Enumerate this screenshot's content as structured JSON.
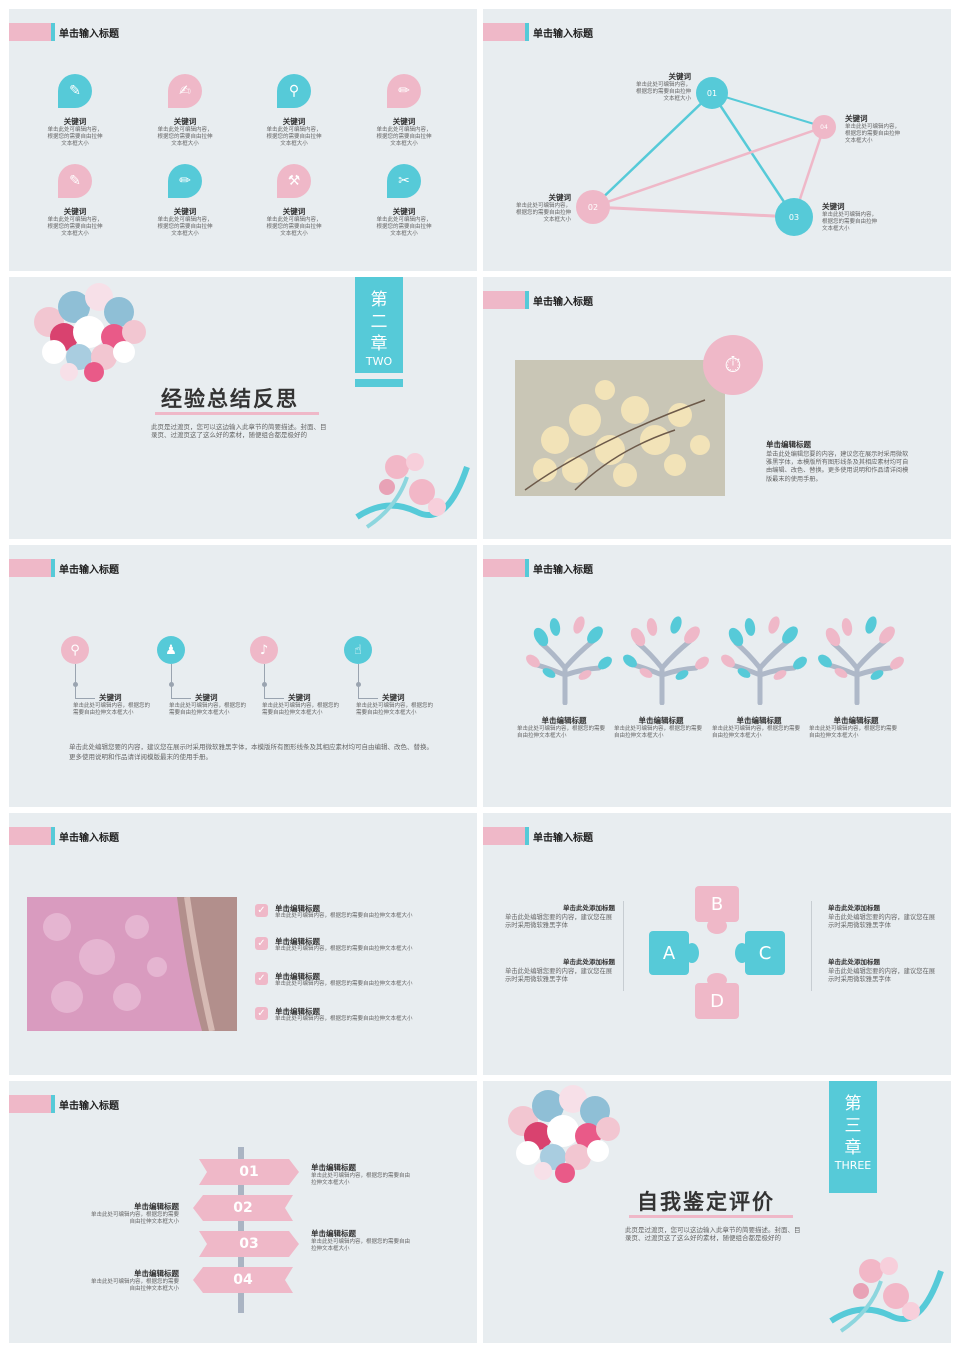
{
  "slide_title": "单击输入标题",
  "slide1": {
    "items": [
      {
        "kw": "关键词",
        "desc": "单击此处可编辑内容，根据您的需要自由拉伸文本框大小",
        "color": "#56cad8",
        "icon": "pen-icon",
        "glyph": "✎"
      },
      {
        "kw": "关键词",
        "desc": "单击此处可编辑内容，根据您的需要自由拉伸文本框大小",
        "color": "#efb8c8",
        "icon": "edit-icon",
        "glyph": "✍"
      },
      {
        "kw": "关键词",
        "desc": "单击此处可编辑内容，根据您的需要自由拉伸文本框大小",
        "color": "#56cad8",
        "icon": "link-icon",
        "glyph": "⚲"
      },
      {
        "kw": "关键词",
        "desc": "单击此处可编辑内容，根据您的需要自由拉伸文本框大小",
        "color": "#efb8c8",
        "icon": "brush-icon",
        "glyph": "✏"
      },
      {
        "kw": "关键词",
        "desc": "单击此处可编辑内容，根据您的需要自由拉伸文本框大小",
        "color": "#efb8c8",
        "icon": "note-edit-icon",
        "glyph": "✎"
      },
      {
        "kw": "关键词",
        "desc": "单击此处可编辑内容，根据您的需要自由拉伸文本框大小",
        "color": "#56cad8",
        "icon": "pencil-icon",
        "glyph": "✏"
      },
      {
        "kw": "关键词",
        "desc": "单击此处可编辑内容，根据您的需要自由拉伸文本框大小",
        "color": "#efb8c8",
        "icon": "wrench-icon",
        "glyph": "⚒"
      },
      {
        "kw": "关键词",
        "desc": "单击此处可编辑内容，根据您的需要自由拉伸文本框大小",
        "color": "#56cad8",
        "icon": "tools-icon",
        "glyph": "✂"
      }
    ]
  },
  "slide2": {
    "nodes": [
      {
        "num": "01",
        "kw": "关键词",
        "desc": "单击此处可编辑内容，根据您的需要自由拉伸文本框大小"
      },
      {
        "num": "02",
        "kw": "关键词",
        "desc": "单击此处可编辑内容，根据您的需要自由拉伸文本框大小"
      },
      {
        "num": "03",
        "kw": "关键词",
        "desc": "单击此处可编辑内容，根据您的需要自由拉伸文本框大小"
      },
      {
        "num": "04",
        "kw": "关键词",
        "desc": "单击此处可编辑内容，根据您的需要自由拉伸文本框大小"
      }
    ]
  },
  "slide3": {
    "chapter_a": "第",
    "chapter_b": "二",
    "chapter_c": "章",
    "chapter_en": "TWO",
    "title": "经验总结反思",
    "desc": "此页是过渡页，您可以这边输入此章节的简要描述。封面、目录页、过渡页这了这么好的素材，随便组合都是极好的"
  },
  "slide4": {
    "heading": "单击编辑标题",
    "body": "单击此处编辑您要的内容，建议您在展示时采用微软雅黑字体，本模版所有图形线条及其相应素材均可自由编辑、改色、替换。更多使用说明和作品请详阅模版最末的使用手册。"
  },
  "slide5": {
    "items": [
      {
        "kw": "关键词",
        "desc": "单击此处可编辑内容，根据您的需要自由拉伸文本框大小",
        "icon": "search-icon",
        "glyph": "⚲"
      },
      {
        "kw": "关键词",
        "desc": "单击此处可编辑内容，根据您的需要自由拉伸文本框大小",
        "icon": "users-icon",
        "glyph": "♟"
      },
      {
        "kw": "关键词",
        "desc": "单击此处可编辑内容，根据您的需要自由拉伸文本框大小",
        "icon": "speaker-icon",
        "glyph": "♪"
      },
      {
        "kw": "关键词",
        "desc": "单击此处可编辑内容，根据您的需要自由拉伸文本框大小",
        "icon": "thumbs-up-icon",
        "glyph": "☝"
      }
    ],
    "body": "单击此处编辑您要的内容，建议您在展示时采用微软雅黑字体，本模版所有图形线条及其相应素材均可自由编辑、改色、替换。更多使用说明和作品请详阅模版最末的使用手册。"
  },
  "slide6": {
    "items": [
      {
        "heading": "单击编辑标题",
        "desc": "单击此处可编辑内容，根据您的需要自由拉伸文本框大小"
      },
      {
        "heading": "单击编辑标题",
        "desc": "单击此处可编辑内容，根据您的需要自由拉伸文本框大小"
      },
      {
        "heading": "单击编辑标题",
        "desc": "单击此处可编辑内容，根据您的需要自由拉伸文本框大小"
      },
      {
        "heading": "单击编辑标题",
        "desc": "单击此处可编辑内容，根据您的需要自由拉伸文本框大小"
      }
    ]
  },
  "slide7": {
    "items": [
      {
        "heading": "单击编辑标题",
        "desc": "单击此处可编辑内容，根据您的需要自由拉伸文本框大小"
      },
      {
        "heading": "单击编辑标题",
        "desc": "单击此处可编辑内容，根据您的需要自由拉伸文本框大小"
      },
      {
        "heading": "单击编辑标题",
        "desc": "单击此处可编辑内容，根据您的需要自由拉伸文本框大小"
      },
      {
        "heading": "单击编辑标题",
        "desc": "单击此处可编辑内容，根据您的需要自由拉伸文本框大小"
      }
    ]
  },
  "slide8": {
    "pieces": [
      "B",
      "A",
      "C",
      "D"
    ],
    "left": [
      {
        "heading": "单击此处添加标题",
        "desc": "单击此处编辑您要的内容，建议您在展示时采用微软雅黑字体"
      },
      {
        "heading": "单击此处添加标题",
        "desc": "单击此处编辑您要的内容，建议您在展示时采用微软雅黑字体"
      }
    ],
    "right": [
      {
        "heading": "单击此处添加标题",
        "desc": "单击此处编辑您要的内容，建议您在展示时采用微软雅黑字体"
      },
      {
        "heading": "单击此处添加标题",
        "desc": "单击此处编辑您要的内容，建议您在展示时采用微软雅黑字体"
      }
    ]
  },
  "slide9": {
    "signs": [
      "01",
      "02",
      "03",
      "04"
    ],
    "right": [
      {
        "heading": "单击编辑标题",
        "desc": "单击此处可编辑内容，根据您的需要自由拉伸文本框大小"
      },
      {
        "heading": "单击编辑标题",
        "desc": "单击此处可编辑内容，根据您的需要自由拉伸文本框大小"
      }
    ],
    "left": [
      {
        "heading": "单击编辑标题",
        "desc": "单击此处可编辑内容，根据您的需要自由拉伸文本框大小"
      },
      {
        "heading": "单击编辑标题",
        "desc": "单击此处可编辑内容，根据您的需要自由拉伸文本框大小"
      }
    ]
  },
  "slide10": {
    "chapter_a": "第",
    "chapter_b": "三",
    "chapter_c": "章",
    "chapter_en": "THREE",
    "title": "自我鉴定评价",
    "desc": "此页是过渡页，您可以这边输入此章节的简要描述。封面、目录页、过渡页这了这么好的素材，随便组合都是极好的"
  },
  "colors": {
    "accent_blue": "#56cad8",
    "accent_pink": "#efb8c8",
    "background": "#e8edf0"
  }
}
